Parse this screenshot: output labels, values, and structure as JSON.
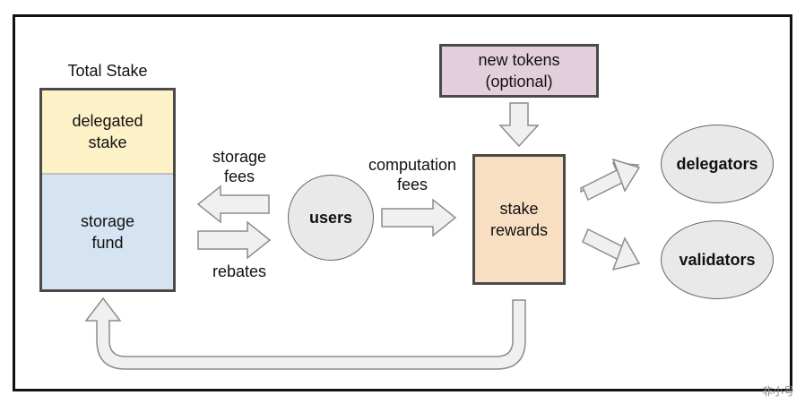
{
  "total_stake_title": "Total Stake",
  "stack": {
    "delegated_stake": "delegated\nstake",
    "storage_fund": "storage\nfund"
  },
  "labels": {
    "storage_fees": "storage\nfees",
    "rebates": "rebates",
    "computation_fees": "computation\nfees"
  },
  "nodes": {
    "users": "users",
    "stake_rewards": "stake\nrewards",
    "new_tokens": "new tokens\n(optional)",
    "delegators": "delegators",
    "validators": "validators"
  },
  "watermark": "非小号",
  "colors": {
    "delegated_stake_fill": "#fdf1c7",
    "storage_fund_fill": "#d6e3f2",
    "stake_rewards_fill": "#f8dfc2",
    "new_tokens_fill": "#e3cfdc",
    "arrow_fill": "#f0f0f0",
    "arrow_stroke": "#8c8c8c"
  }
}
